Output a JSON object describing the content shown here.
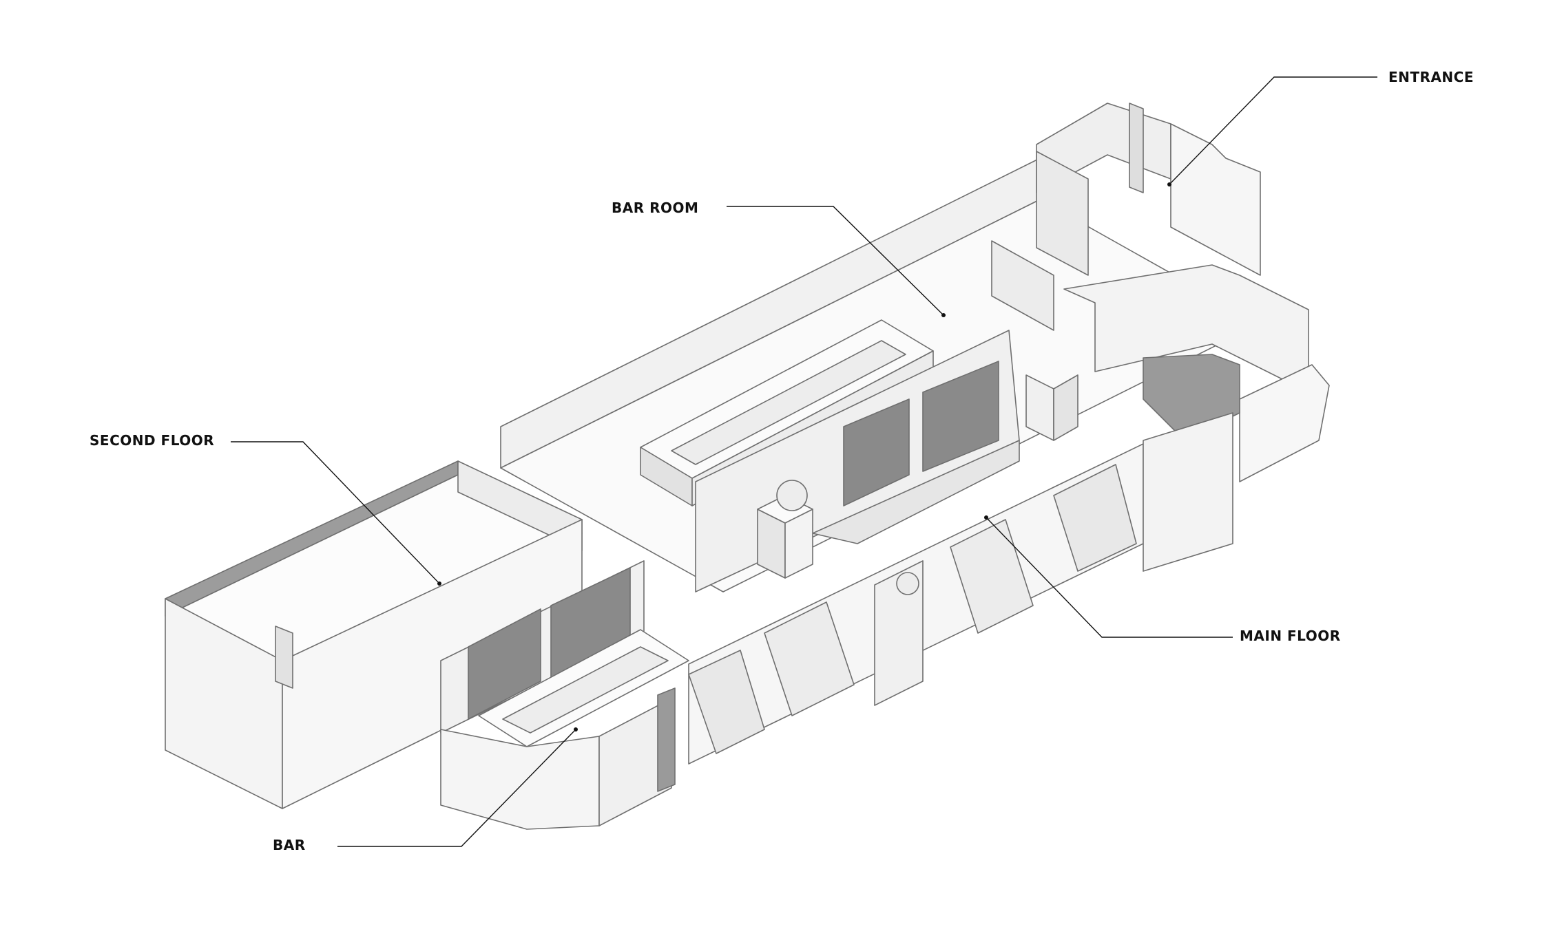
{
  "labels": {
    "entrance": "ENTRANCE",
    "bar_room": "BAR ROOM",
    "second_floor": "SECOND FLOOR",
    "main_floor": "MAIN FLOOR",
    "bar": "BAR"
  },
  "colors": {
    "background": "#ffffff",
    "wall_face": "#f4f4f4",
    "wall_shade": "#e6e6e6",
    "floor": "#fbfbfb",
    "line": "#6f6f6f",
    "dark_panel": "#8a8a8a",
    "leader": "#111111"
  }
}
